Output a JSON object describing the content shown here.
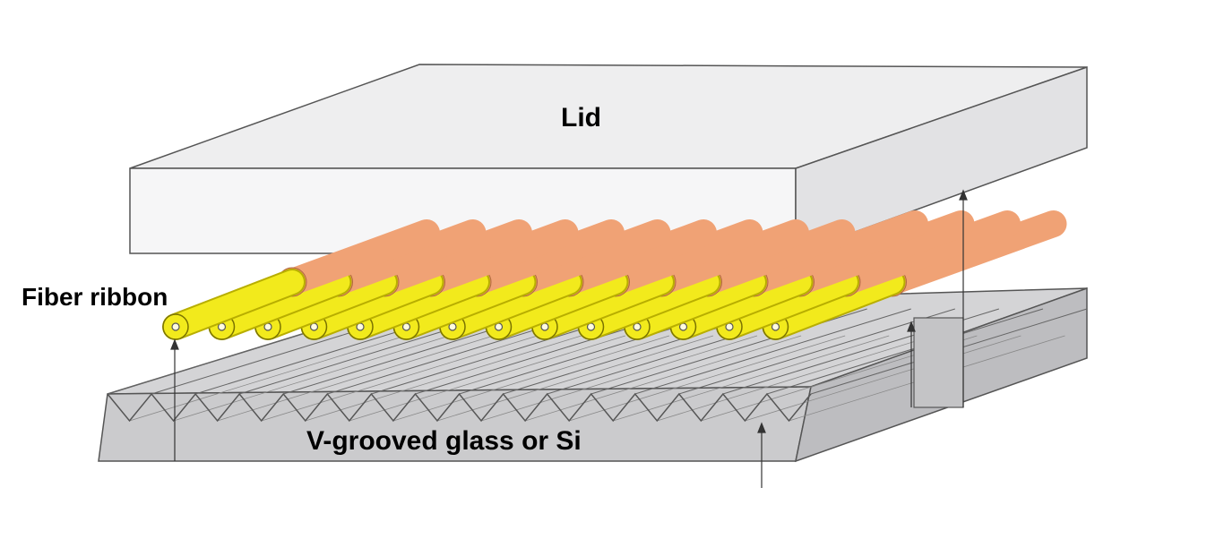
{
  "labels": {
    "lid": "Lid",
    "fiber_ribbon": "Fiber ribbon",
    "v_grooved": "V-grooved glass or Si"
  },
  "colors": {
    "lid_top": "#eeeeef",
    "lid_front": "#f6f6f7",
    "lid_side": "#e2e2e4",
    "fiber_core": "#f2ea1c",
    "fiber_coating": "#f0a275",
    "substrate_top": "#d4d4d6",
    "substrate_front": "#cbcbcd",
    "substrate_side": "#bdbdc0",
    "outline": "#555555"
  },
  "fiber_count": 14
}
